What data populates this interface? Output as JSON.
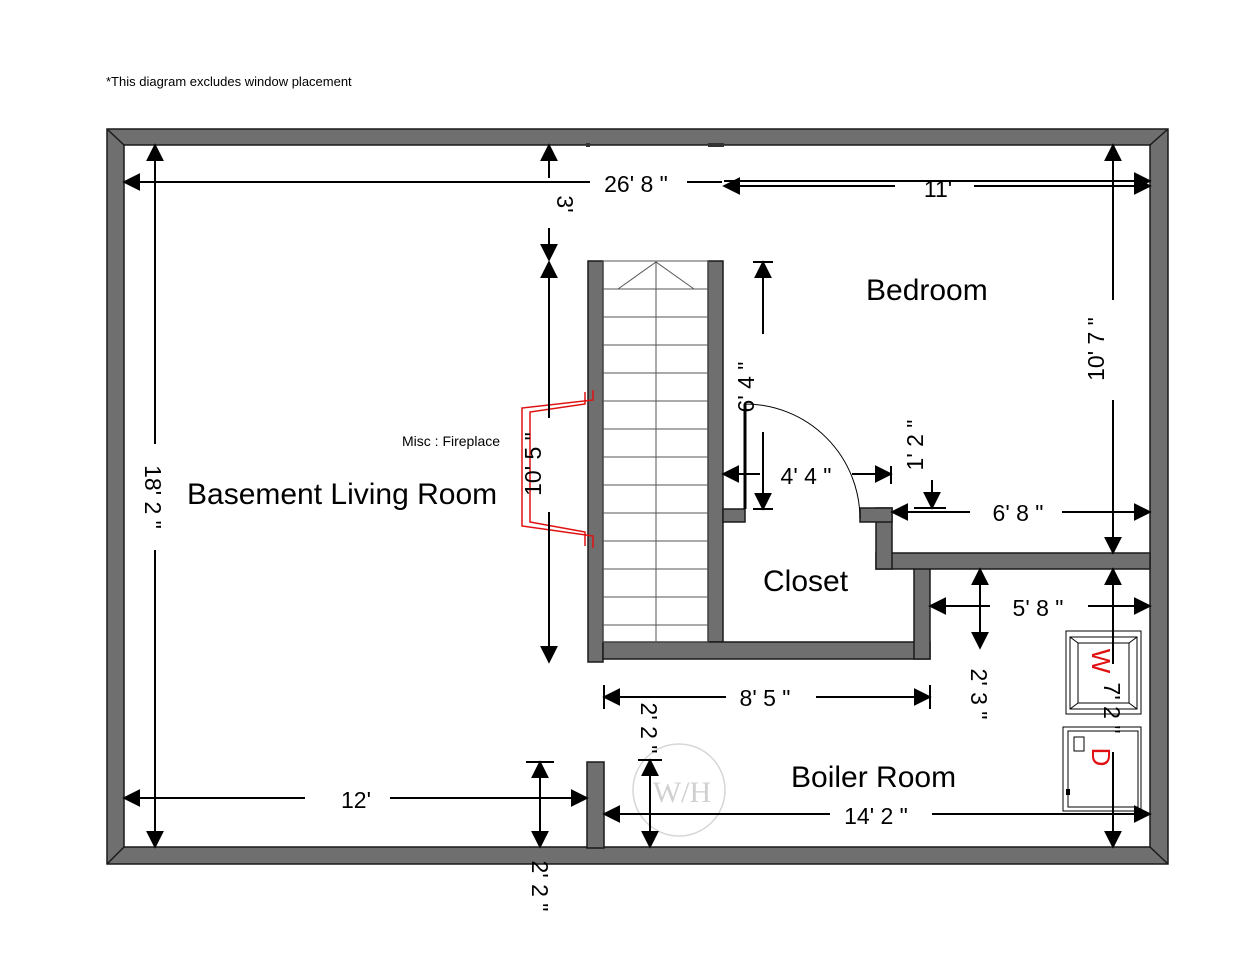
{
  "note": "*This diagram excludes window placement",
  "rooms": {
    "living": "Basement Living Room",
    "bedroom": "Bedroom",
    "closet": "Closet",
    "boiler": "Boiler Room"
  },
  "misc": {
    "fireplace": "Misc : Fireplace"
  },
  "appliances": {
    "washer": "W",
    "dryer": "D"
  },
  "watermark": "W/H",
  "dimensions": {
    "overall_width": "26' 8 \"",
    "bedroom_width": "11'",
    "top_gap": "3'",
    "overall_height": "18' 2 \"",
    "stair_length": "10' 5 \"",
    "bedroom_height": "10' 7 \"",
    "door_height": "6' 4 \"",
    "door_width": "4' 4 \"",
    "wall_offset": "1' 2 \"",
    "bedroom_lower_width": "6' 8 \"",
    "laundry_width": "5' 8 \"",
    "laundry_depth": "2' 3 \"",
    "laundry_height": "7' 2 \"",
    "closet_width": "8' 5 \"",
    "boiler_opening": "2' 2 \"",
    "wall_stub": "2' 2 \"",
    "living_bottom_width": "12'",
    "boiler_width": "14' 2 \""
  },
  "colors": {
    "wall": "#6f6f6f",
    "fireplace": "#e01010",
    "appliance_label": "#e01010"
  }
}
